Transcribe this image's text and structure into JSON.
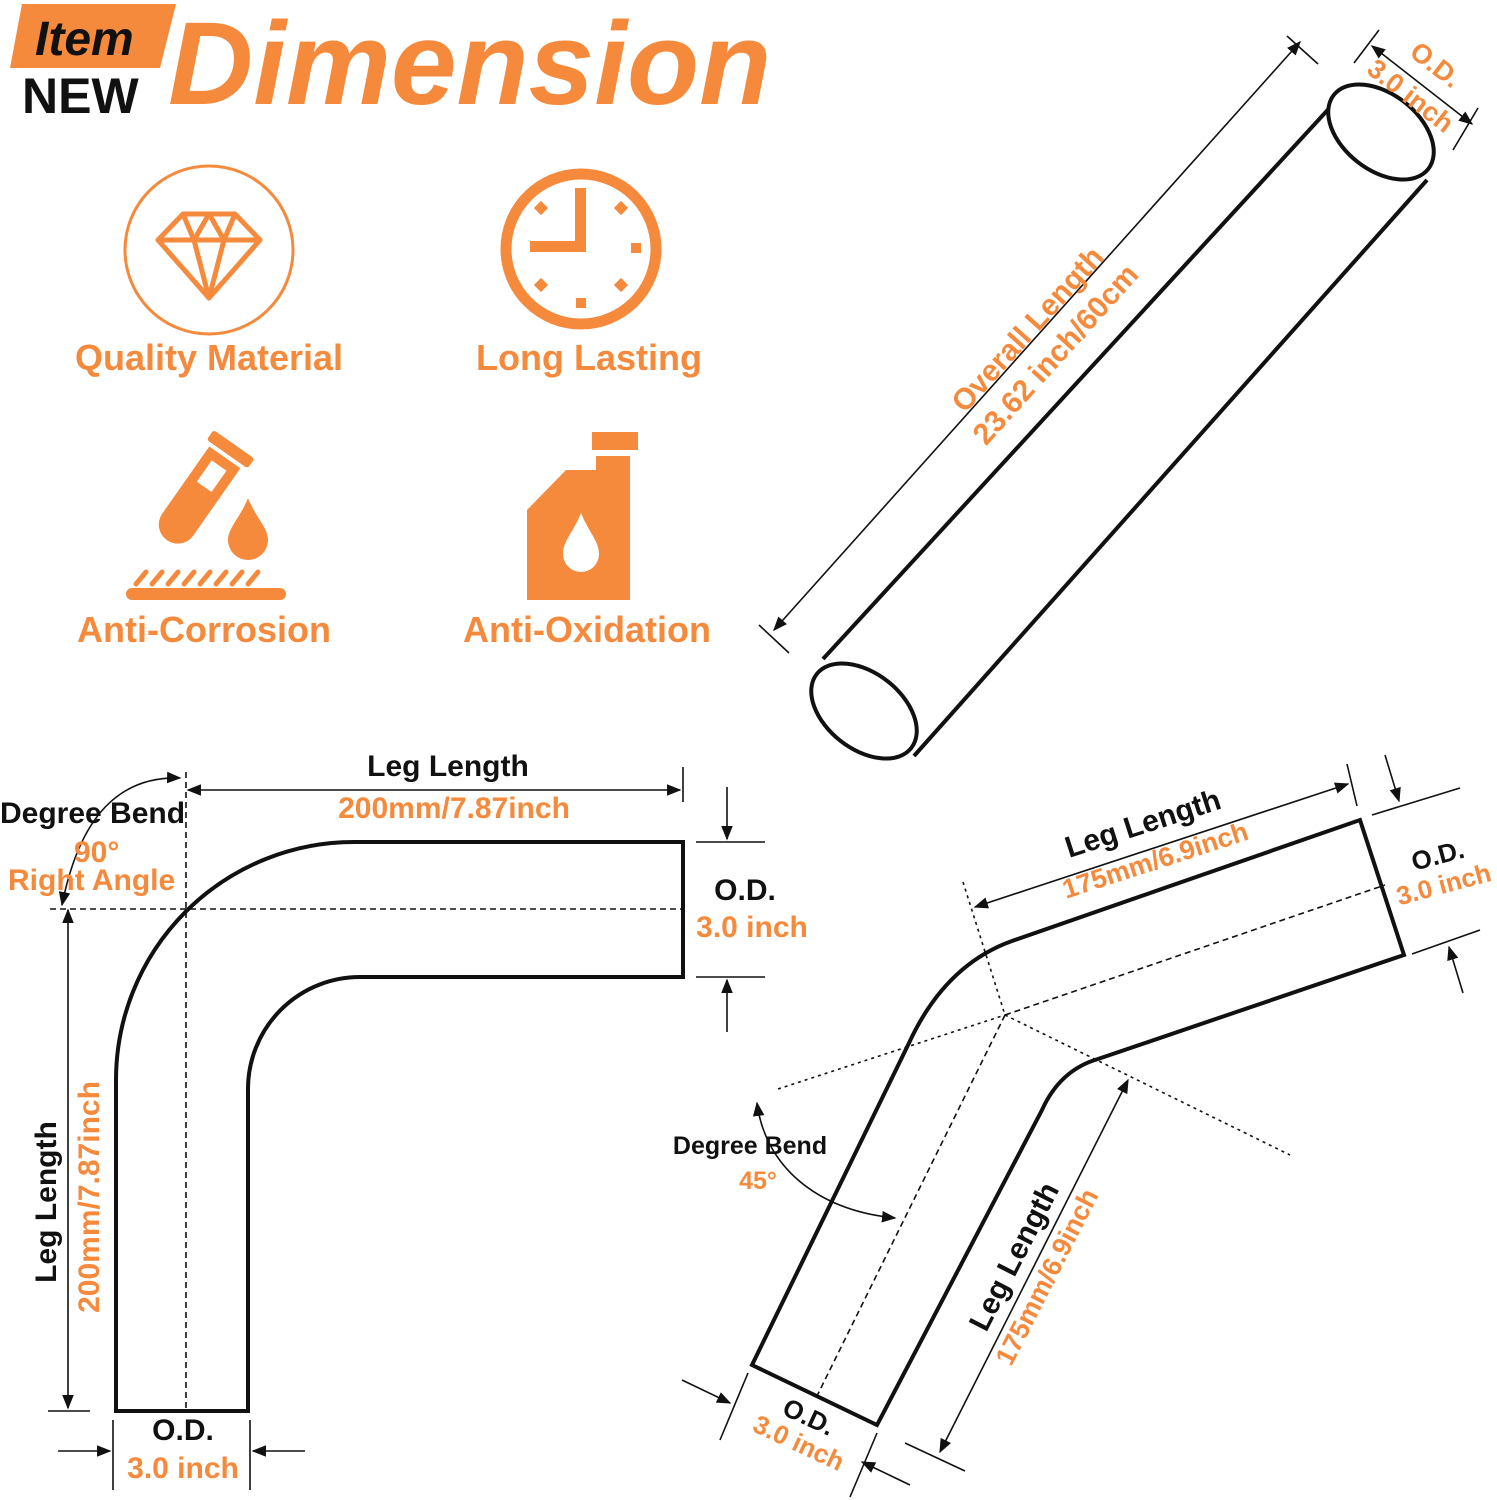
{
  "header": {
    "badge_top": "Item",
    "badge_bottom": "NEW",
    "title": "Dimension"
  },
  "features": [
    {
      "icon": "diamond-icon",
      "label": "Quality Material"
    },
    {
      "icon": "clock-icon",
      "label": "Long Lasting"
    },
    {
      "icon": "corrosion-icon",
      "label": "Anti-Corrosion"
    },
    {
      "icon": "oil-bottle-icon",
      "label": "Anti-Oxidation"
    }
  ],
  "straight_pipe": {
    "length_label": "Overall Length",
    "length_value": "23.62 inch/60cm",
    "od_label": "O.D.",
    "od_value": "3.0 inch"
  },
  "elbow_90": {
    "leg_top_label": "Leg Length",
    "leg_top_value": "200mm/7.87inch",
    "bend_label": "Degree Bend",
    "bend_value": "90°",
    "bend_desc": "Right Angle",
    "od_right_label": "O.D.",
    "od_right_value": "3.0 inch",
    "leg_left_label": "Leg Length",
    "leg_left_value": "200mm/7.87inch",
    "od_bottom_label": "O.D.",
    "od_bottom_value": "3.0 inch"
  },
  "elbow_45": {
    "leg_top_label": "Leg Length",
    "leg_top_value": "175mm/6.9inch",
    "od_right_label": "O.D.",
    "od_right_value": "3.0 inch",
    "bend_label": "Degree Bend",
    "bend_value": "45°",
    "leg_bottom_label": "Leg Length",
    "leg_bottom_value": "175mm/6.9inch",
    "od_bottom_label": "O.D.",
    "od_bottom_value": "3.0 inch"
  },
  "colors": {
    "accent": "#f58a3c",
    "ink": "#111111",
    "background": "#ffffff"
  }
}
